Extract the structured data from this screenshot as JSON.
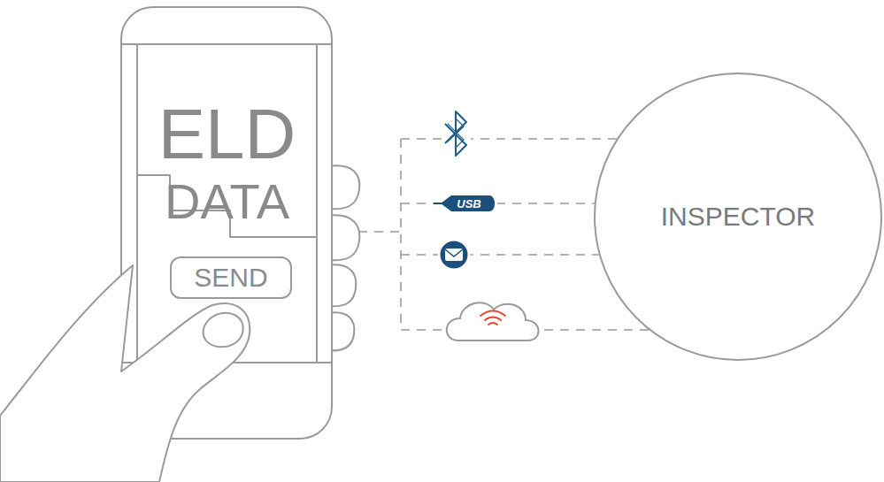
{
  "diagram": {
    "nodes": [
      {
        "text": [
          "ELD",
          "DATA"
        ]
      },
      {
        "text": [
          "SEND"
        ],
        "in": 0
      },
      {
        "text": [
          "INSPECTOR"
        ]
      }
    ],
    "edges": [
      {
        "from": 0,
        "to": 2,
        "arrow": "none"
      }
    ],
    "labels": [
      "USB"
    ]
  }
}
